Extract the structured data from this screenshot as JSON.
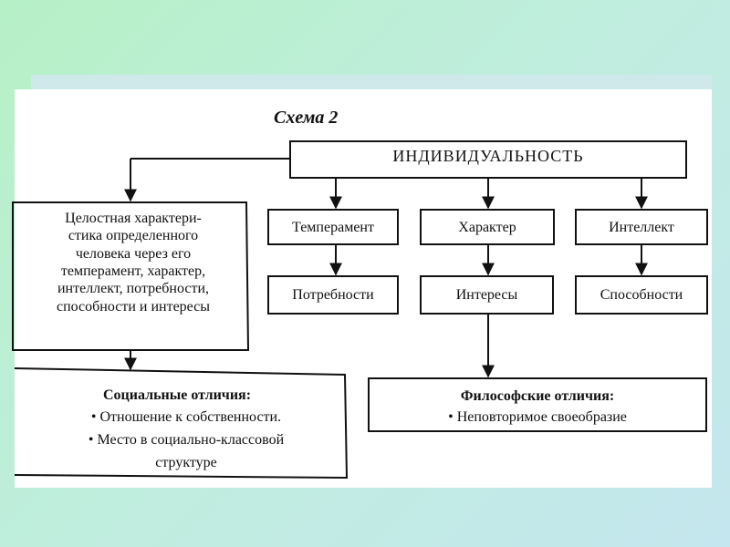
{
  "scheme_title": "Схема 2",
  "main": "ИНДИВИДУАЛЬНОСТЬ",
  "description": "Целостная характери-\nстика определенного\nчеловека через его\nтемперамент, характер,\nинтеллект, потребности,\nспособности и интересы",
  "traits": [
    "Темперамент",
    "Характер",
    "Интеллект"
  ],
  "derived": [
    "Потребности",
    "Интересы",
    "Способности"
  ],
  "social": {
    "title": "Социальные отличия:",
    "items": [
      "• Отношение к собственности.",
      "• Место в социально-классовой",
      "структуре"
    ]
  },
  "philosophical": {
    "title": "Философские отличия:",
    "items": [
      "• Неповторимое своеобразие"
    ]
  }
}
